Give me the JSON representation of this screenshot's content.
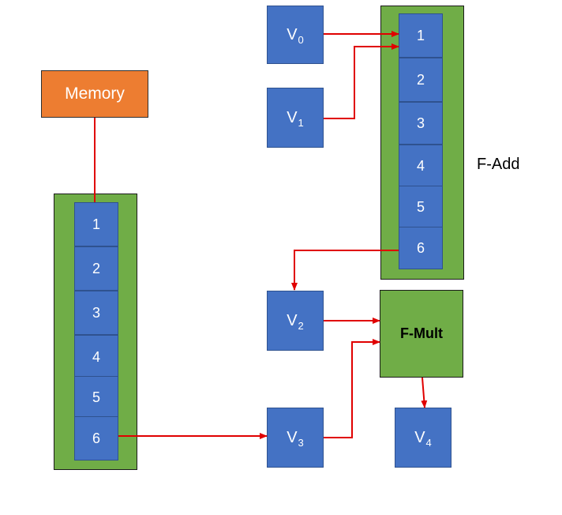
{
  "memory": {
    "label": "Memory"
  },
  "load_pipeline": {
    "slots": [
      "1",
      "2",
      "3",
      "4",
      "5",
      "6"
    ]
  },
  "fadd_pipeline": {
    "label": "F-Add",
    "slots": [
      "1",
      "2",
      "3",
      "4",
      "5",
      "6"
    ]
  },
  "fmult": {
    "label": "F-Mult"
  },
  "registers": {
    "v0": {
      "name": "V",
      "sub": "0"
    },
    "v1": {
      "name": "V",
      "sub": "1"
    },
    "v2": {
      "name": "V",
      "sub": "2"
    },
    "v3": {
      "name": "V",
      "sub": "3"
    },
    "v4": {
      "name": "V",
      "sub": "4"
    }
  },
  "colors": {
    "memory": "#ED7D31",
    "pipeline": "#70AD47",
    "slot": "#4472C4",
    "wire": "#E00000"
  }
}
